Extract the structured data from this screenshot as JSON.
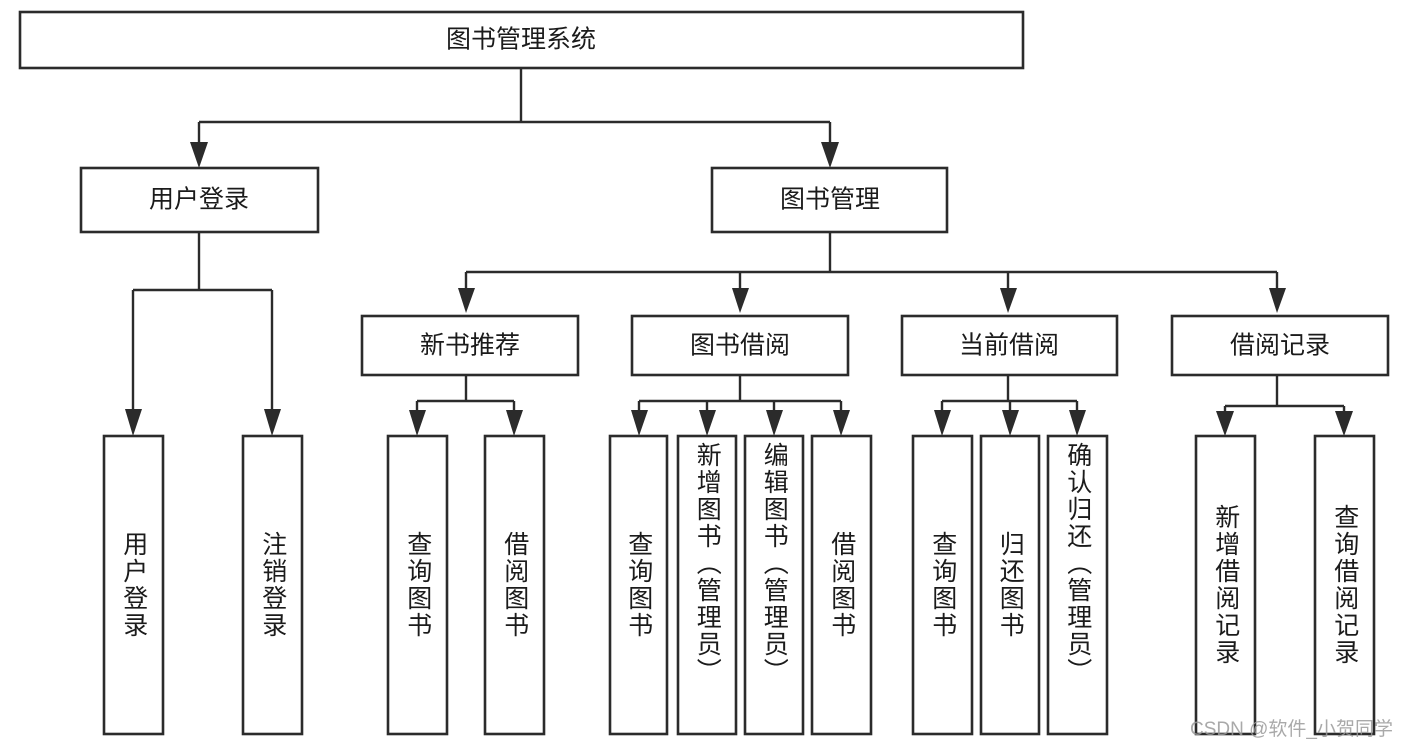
{
  "diagram": {
    "type": "hierarchy-tree",
    "title": "图书管理系统",
    "watermark": "CSDN @软件_小贺同学",
    "levels": {
      "root": {
        "label": "图书管理系统"
      },
      "level2": [
        {
          "id": "user-login",
          "label": "用户登录"
        },
        {
          "id": "book-manage",
          "label": "图书管理"
        }
      ],
      "level3": [
        {
          "id": "new-book-recommend",
          "label": "新书推荐",
          "parent": "book-manage"
        },
        {
          "id": "book-borrow",
          "label": "图书借阅",
          "parent": "book-manage"
        },
        {
          "id": "current-borrow",
          "label": "当前借阅",
          "parent": "book-manage"
        },
        {
          "id": "borrow-record",
          "label": "借阅记录",
          "parent": "book-manage"
        }
      ],
      "leaves": [
        {
          "id": "leaf-user-login",
          "label": "用户登录",
          "parent": "user-login"
        },
        {
          "id": "leaf-logout",
          "label": "注销登录",
          "parent": "user-login"
        },
        {
          "id": "leaf-query-book-1",
          "label": "查询图书",
          "parent": "new-book-recommend"
        },
        {
          "id": "leaf-borrow-book-1",
          "label": "借阅图书",
          "parent": "new-book-recommend"
        },
        {
          "id": "leaf-query-book-2",
          "label": "查询图书",
          "parent": "book-borrow"
        },
        {
          "id": "leaf-add-book",
          "label": "新增图书（管理员）",
          "parent": "book-borrow"
        },
        {
          "id": "leaf-edit-book",
          "label": "编辑图书（管理员）",
          "parent": "book-borrow"
        },
        {
          "id": "leaf-borrow-book-2",
          "label": "借阅图书",
          "parent": "book-borrow"
        },
        {
          "id": "leaf-query-book-3",
          "label": "查询图书",
          "parent": "current-borrow"
        },
        {
          "id": "leaf-return-book",
          "label": "归还图书",
          "parent": "current-borrow"
        },
        {
          "id": "leaf-confirm-return",
          "label": "确认归还（管理员）",
          "parent": "current-borrow"
        },
        {
          "id": "leaf-add-record",
          "label": "新增借阅记录",
          "parent": "borrow-record"
        },
        {
          "id": "leaf-query-record",
          "label": "查询借阅记录",
          "parent": "borrow-record"
        }
      ]
    },
    "colors": {
      "stroke": "#2b2b2b",
      "fill": "#ffffff",
      "text": "#1b1b1b",
      "watermark": "#9b9b9b"
    }
  }
}
